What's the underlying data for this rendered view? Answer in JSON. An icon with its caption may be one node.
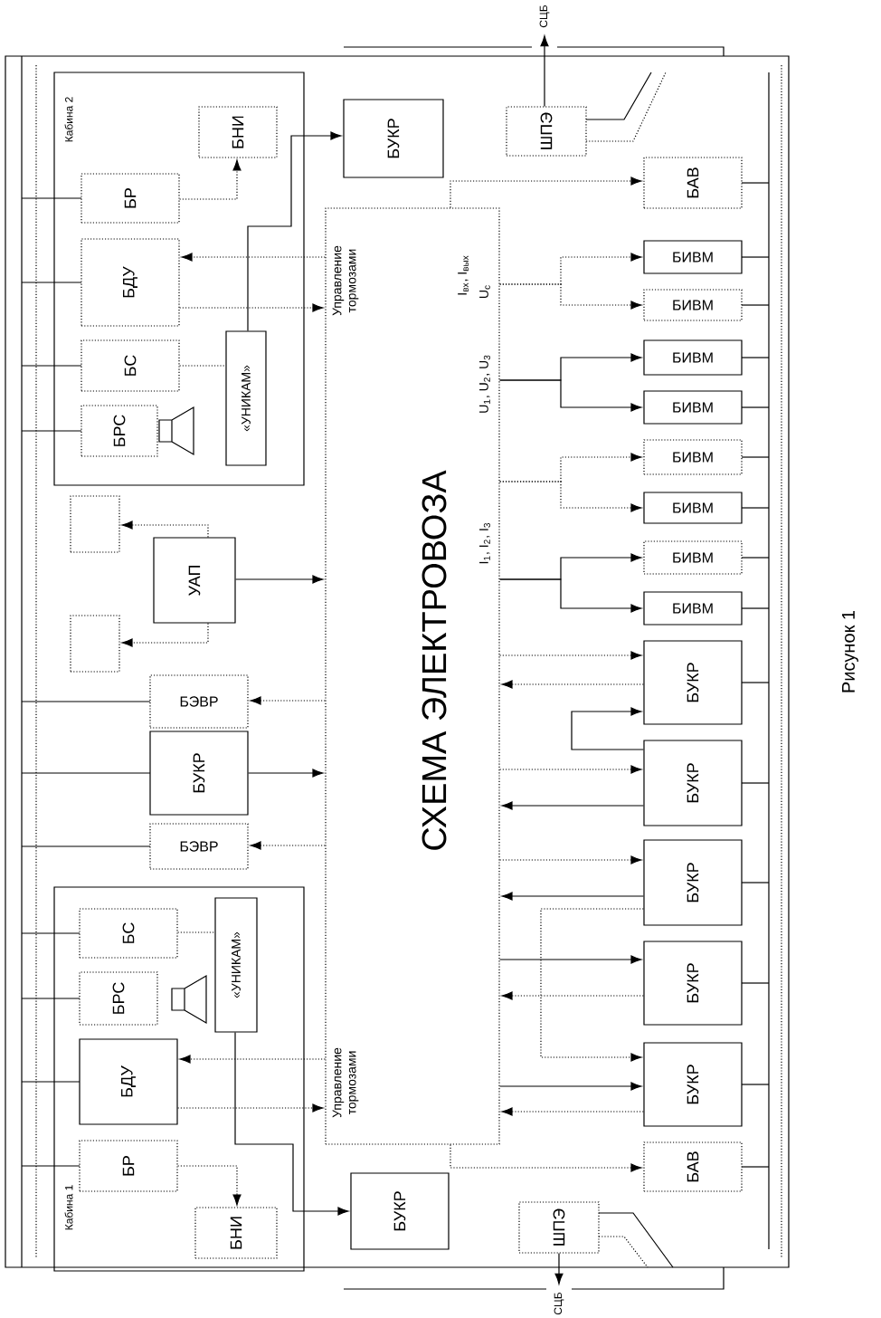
{
  "diagram": {
    "caption": "Рисунок 1",
    "nodes": [
      {
        "text": [
          "Кабина 2"
        ]
      },
      {
        "text": [
          "БР"
        ],
        "in": 0
      },
      {
        "text": [
          "БНИ"
        ],
        "in": 0
      },
      {
        "text": [
          "БДУ"
        ],
        "in": 0
      },
      {
        "text": [
          "БС"
        ],
        "in": 0
      },
      {
        "text": [
          "БРС"
        ],
        "in": 0
      },
      {
        "text": [
          "«УНИКАМ»"
        ],
        "in": 0
      },
      {
        "text": [
          "БУКР"
        ]
      },
      {
        "text": [
          "ШПЭ"
        ]
      },
      {
        "text": [
          "СЦБ"
        ]
      },
      {
        "text": [
          "Управление тормозами",
          "СХЕМА ЭЛЕКТРОВОЗА",
          "Управление тормозами"
        ]
      },
      {
        "text": [
          "БАВ"
        ]
      },
      {
        "text": [
          "БИВМ"
        ]
      },
      {
        "text": [
          "БИВМ"
        ]
      },
      {
        "text": [
          "БИВМ"
        ]
      },
      {
        "text": [
          "БИВМ"
        ]
      },
      {
        "text": [
          "БИВМ"
        ]
      },
      {
        "text": [
          "БИВМ"
        ]
      },
      {
        "text": [
          "БИВМ"
        ]
      },
      {
        "text": [
          "БИВМ"
        ]
      },
      {
        "text": [],
        "shape": "box"
      },
      {
        "text": [],
        "shape": "box"
      },
      {
        "text": [
          "УАП"
        ]
      },
      {
        "text": [
          "БЭВР"
        ]
      },
      {
        "text": [
          "БУКР"
        ]
      },
      {
        "text": [
          "БЭВР"
        ]
      },
      {
        "text": [
          "Кабина 1"
        ]
      },
      {
        "text": [
          "БС"
        ],
        "in": 26
      },
      {
        "text": [
          "БРС"
        ],
        "in": 26
      },
      {
        "text": [
          "«УНИКАМ»"
        ],
        "in": 26
      },
      {
        "text": [
          "БДУ"
        ],
        "in": 26
      },
      {
        "text": [
          "БР"
        ],
        "in": 26
      },
      {
        "text": [
          "БНИ"
        ],
        "in": 26
      },
      {
        "text": [
          "БУКР"
        ]
      },
      {
        "text": [
          "БУКР"
        ]
      },
      {
        "text": [
          "БУКР"
        ]
      },
      {
        "text": [
          "БУКР"
        ]
      },
      {
        "text": [
          "БУКР"
        ]
      },
      {
        "text": [
          "БУКР"
        ]
      },
      {
        "text": [
          "БАВ"
        ]
      },
      {
        "text": [
          "ШПЭ"
        ]
      },
      {
        "text": [
          "СЦБ"
        ]
      }
    ],
    "edges": [
      {
        "from": 1,
        "to": 2,
        "arrow": "to",
        "style": "dashed"
      },
      {
        "from": 10,
        "to": 3,
        "arrow": "to",
        "style": "dashed"
      },
      {
        "from": 3,
        "to": 10,
        "arrow": "to",
        "style": "dashed"
      },
      {
        "from": 4,
        "to": 6,
        "arrow": "none",
        "style": "dashed"
      },
      {
        "from": 6,
        "to": 7,
        "arrow": "to"
      },
      {
        "from": 8,
        "to": 9,
        "arrow": "to"
      },
      {
        "from": 10,
        "to": 11,
        "arrow": "to",
        "style": "dashed"
      },
      {
        "from": 10,
        "to": 12,
        "arrow": "to",
        "style": "dashed"
      },
      {
        "from": 10,
        "to": 13,
        "arrow": "to",
        "style": "dashed"
      },
      {
        "from": 10,
        "to": 14,
        "arrow": "to"
      },
      {
        "from": 10,
        "to": 15,
        "arrow": "to"
      },
      {
        "from": 10,
        "to": 16,
        "arrow": "to",
        "style": "dashed"
      },
      {
        "from": 10,
        "to": 17,
        "arrow": "to",
        "style": "dashed"
      },
      {
        "from": 10,
        "to": 18,
        "arrow": "to"
      },
      {
        "from": 10,
        "to": 19,
        "arrow": "to"
      },
      {
        "from": 22,
        "to": 20,
        "arrow": "to",
        "style": "dashed"
      },
      {
        "from": 22,
        "to": 21,
        "arrow": "to",
        "style": "dashed"
      },
      {
        "from": 22,
        "to": 10,
        "arrow": "to"
      },
      {
        "from": 10,
        "to": 23,
        "arrow": "to",
        "style": "dashed"
      },
      {
        "from": 24,
        "to": 10,
        "arrow": "to"
      },
      {
        "from": 10,
        "to": 25,
        "arrow": "to",
        "style": "dashed"
      },
      {
        "from": 10,
        "to": 30,
        "arrow": "to",
        "style": "dashed"
      },
      {
        "from": 30,
        "to": 10,
        "arrow": "to",
        "style": "dashed"
      },
      {
        "from": 31,
        "to": 32,
        "arrow": "to",
        "style": "dashed"
      },
      {
        "from": 27,
        "to": 29,
        "arrow": "none",
        "style": "dashed"
      },
      {
        "from": 29,
        "to": 33,
        "arrow": "to"
      },
      {
        "from": 40,
        "to": 41,
        "arrow": "to"
      },
      {
        "from": 10,
        "to": 34,
        "arrow": "to",
        "style": "dashed"
      },
      {
        "from": 34,
        "to": 10,
        "arrow": "to",
        "style": "dashed"
      },
      {
        "from": 35,
        "to": 34,
        "arrow": "to"
      },
      {
        "from": 10,
        "to": 35,
        "arrow": "to",
        "style": "dashed"
      },
      {
        "from": 35,
        "to": 10,
        "arrow": "to"
      },
      {
        "from": 10,
        "to": 36,
        "arrow": "to",
        "style": "dashed"
      },
      {
        "from": 36,
        "to": 10,
        "arrow": "to"
      },
      {
        "from": 10,
        "to": 37,
        "arrow": "to"
      },
      {
        "from": 37,
        "to": 10,
        "arrow": "to",
        "style": "dashed"
      },
      {
        "from": 36,
        "to": 38,
        "arrow": "to",
        "style": "dashed"
      },
      {
        "from": 10,
        "to": 38,
        "arrow": "to"
      },
      {
        "from": 38,
        "to": 10,
        "arrow": "to",
        "style": "dashed"
      },
      {
        "from": 10,
        "to": 39,
        "arrow": "to",
        "style": "dashed"
      }
    ],
    "labels": [
      "I$_{вх}$, I$_{вых}$",
      "U$_{c}$",
      "U$_{1}$, U$_{2}$, U$_{3}$",
      "I$_{1}$, I$_{2}$, I$_{3}$"
    ]
  }
}
